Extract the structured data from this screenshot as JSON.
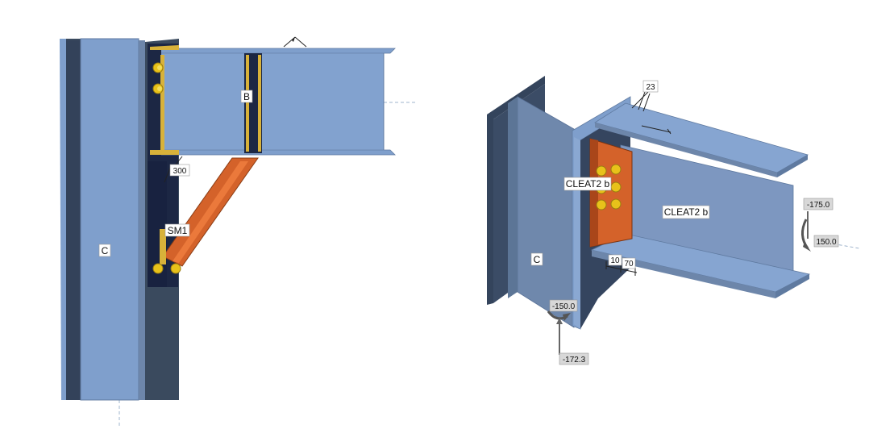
{
  "left_view": {
    "column_label": "C",
    "beam_label": "B",
    "brace_label": "SM1",
    "dimension_300": "300"
  },
  "right_view": {
    "column_label": "C",
    "cleat_label_left": "CLEAT2 b",
    "cleat_label_right": "CLEAT2 b",
    "dim_23": "23",
    "dim_10": "10",
    "dim_70": "70",
    "load_m175": "-175.0",
    "load_150a": "150.0",
    "load_m150": "-150.0",
    "load_m172": "-172.3"
  },
  "colors": {
    "steel_face": "#7f9fcc",
    "steel_dark": "#2f3e52",
    "steel_mid": "#6d86aa",
    "plate_orange": "#d4622a",
    "bolt_yellow": "#e8c21a",
    "cleat_yellow": "#d8b23a",
    "web_navy": "#1c2744"
  }
}
